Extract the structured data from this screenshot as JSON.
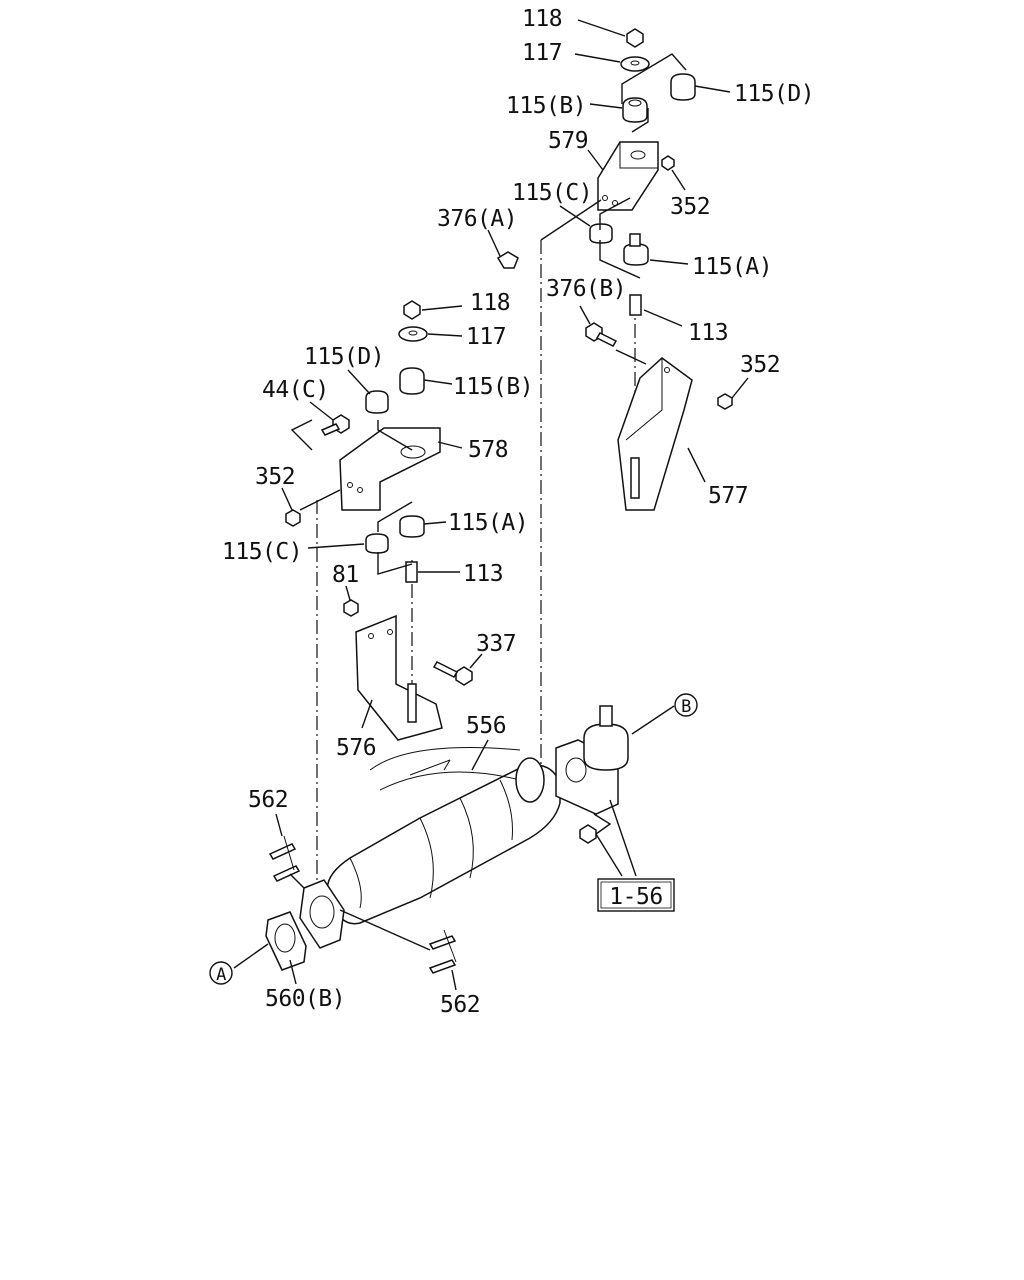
{
  "labels": {
    "l118_top": "118",
    "l117_top": "117",
    "l115b_top": "115(B)",
    "l115d_top": "115(D)",
    "l579": "579",
    "l115c_top": "115(C)",
    "l352_top": "352",
    "l376a": "376(A)",
    "l115a_top": "115(A)",
    "l376b": "376(B)",
    "l113_top": "113",
    "l352_right": "352",
    "l577": "577",
    "l118_mid": "118",
    "l117_mid": "117",
    "l115d_mid": "115(D)",
    "l115b_mid": "115(B)",
    "l44c": "44(C)",
    "l578": "578",
    "l352_left": "352",
    "l115a_mid": "115(A)",
    "l115c_mid": "115(C)",
    "l113_mid": "113",
    "l81": "81",
    "l337": "337",
    "l576": "576",
    "l556": "556",
    "l562_left": "562",
    "l562_bottom": "562",
    "l560b": "560(B)",
    "l156": "1-56",
    "ref_a": "A",
    "ref_b": "B"
  }
}
